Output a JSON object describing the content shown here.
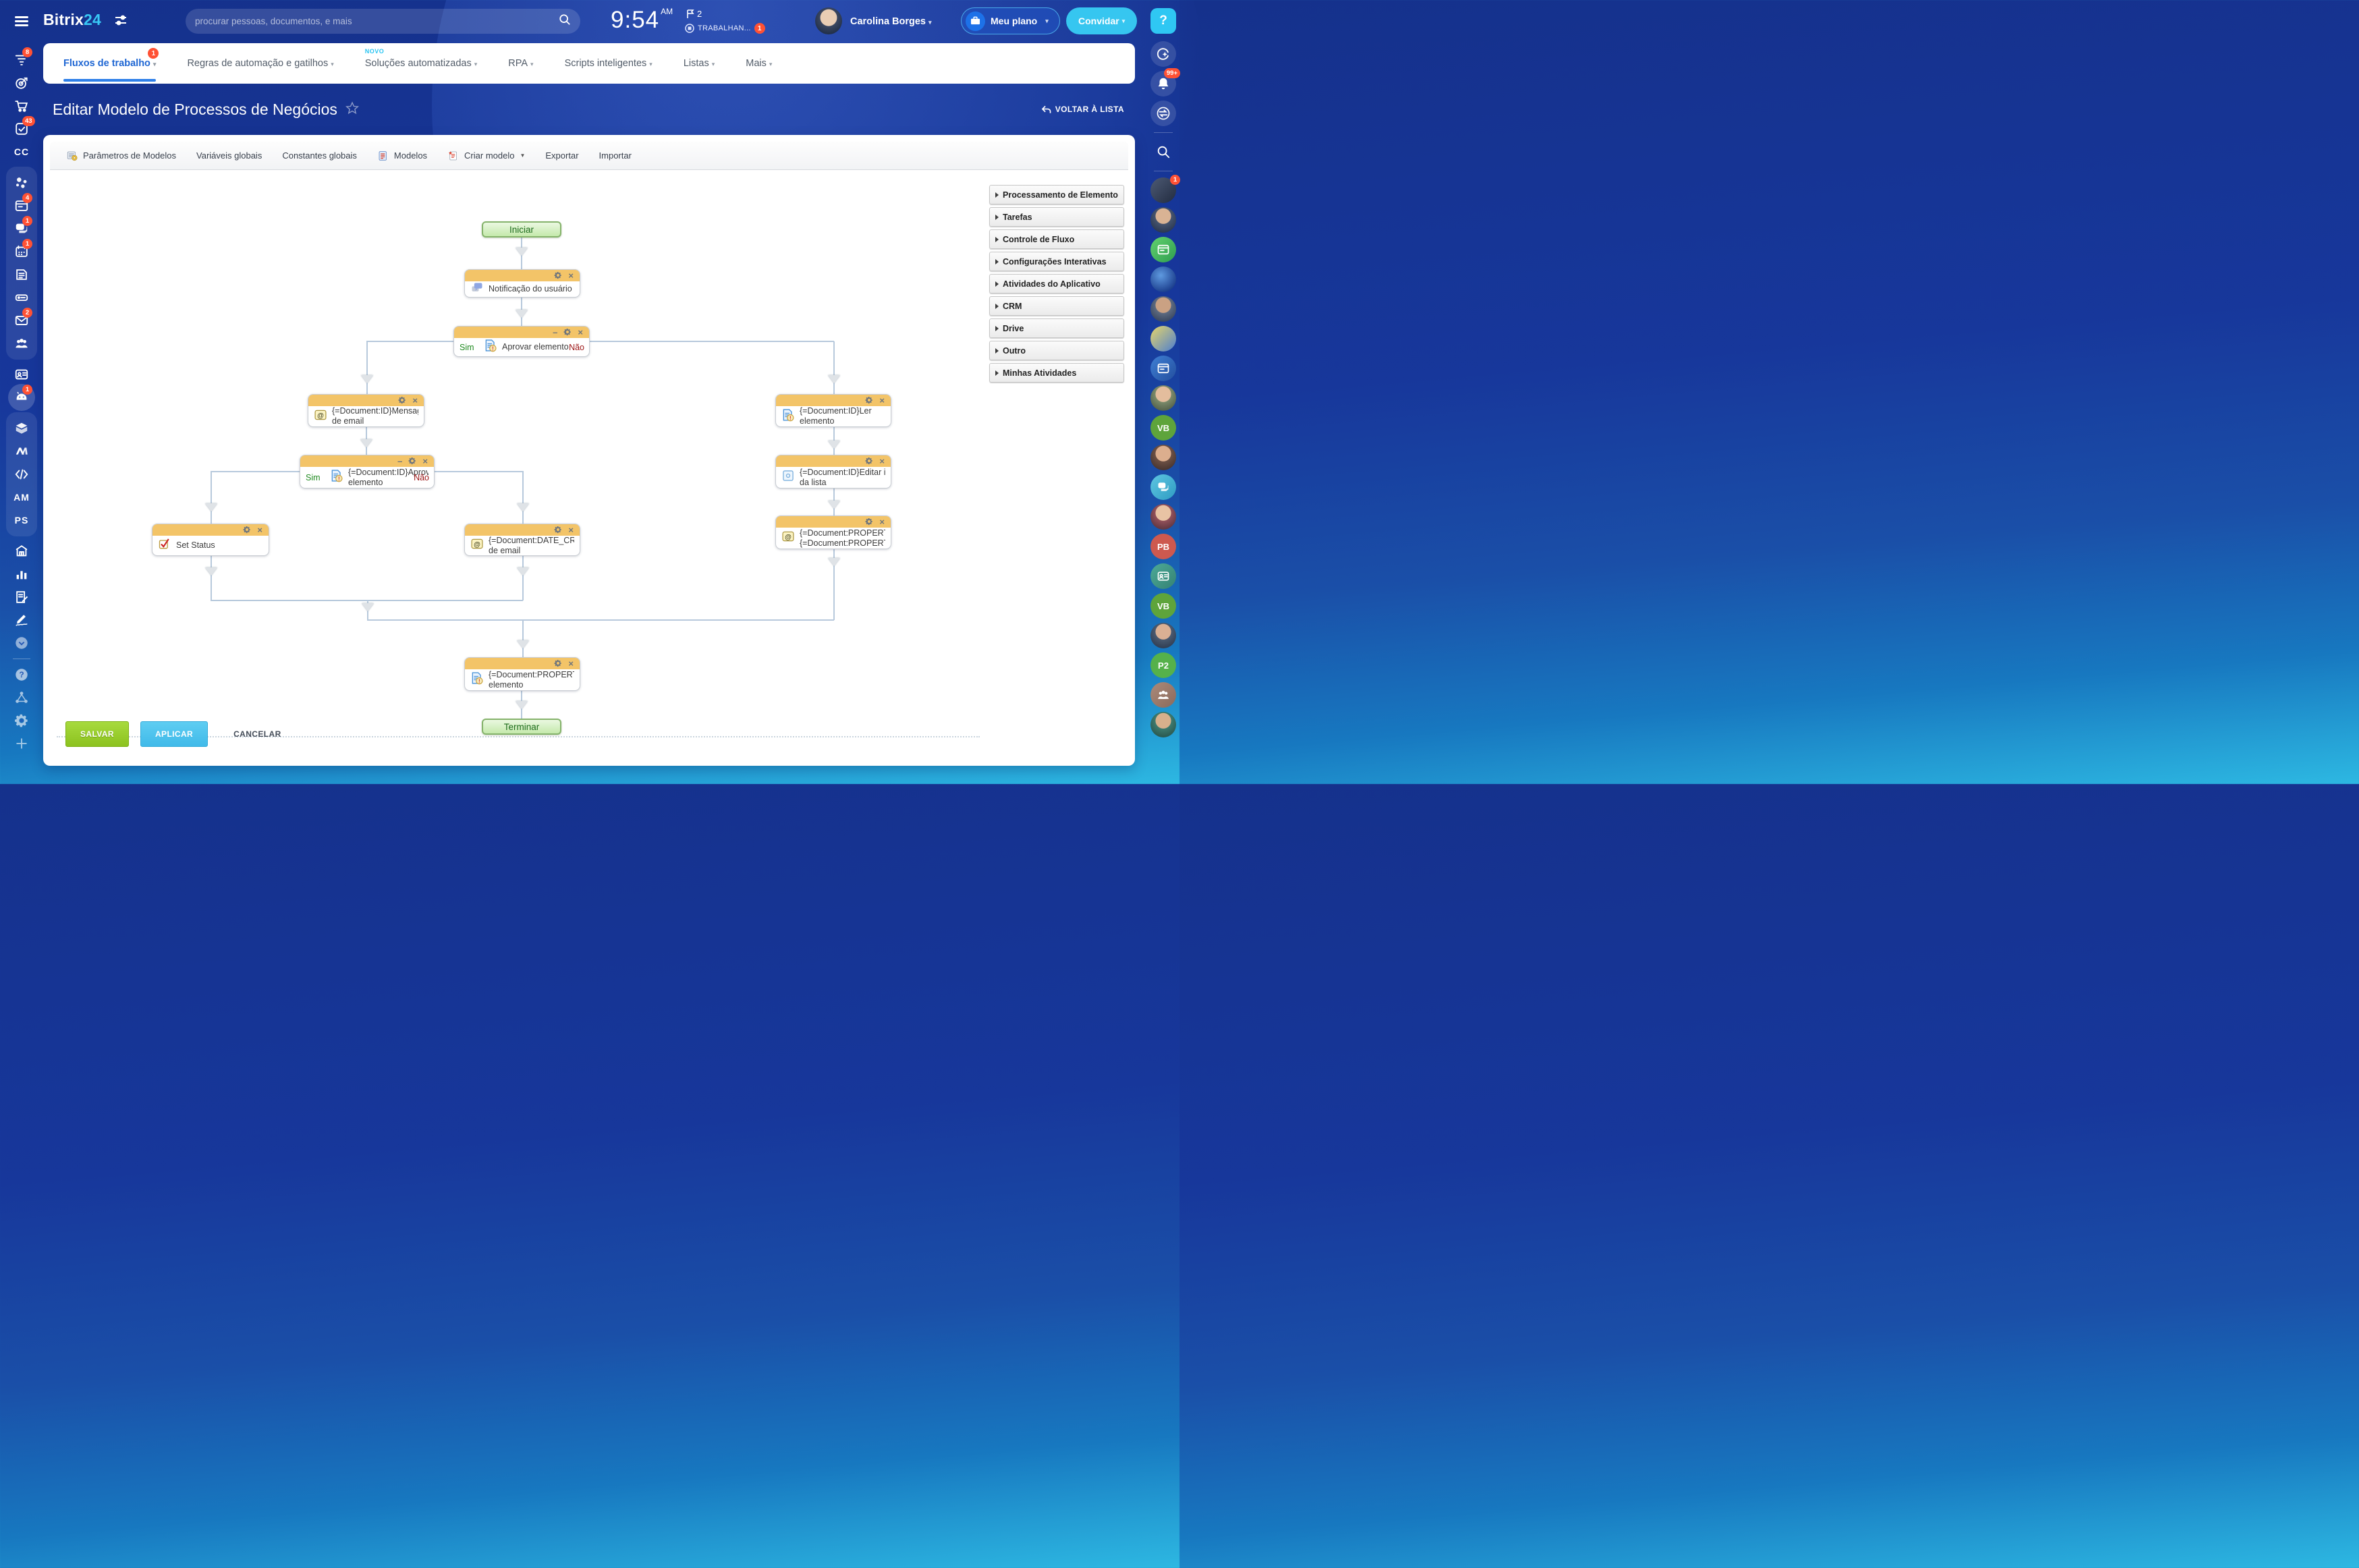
{
  "topbar": {
    "logo_primary": "Bitrix",
    "logo_accent": "24",
    "search_placeholder": "procurar pessoas, documentos, e mais",
    "time": "9:54",
    "meridiem": "AM",
    "flag_count": "2",
    "status_text": "TRABALHAN...",
    "status_badge": "1",
    "user_name": "Carolina Borges",
    "plan_label": "Meu plano",
    "invite_label": "Convidar",
    "help_label": "?"
  },
  "nav": {
    "tabs": [
      {
        "label": "Fluxos de trabalho",
        "badge": "1",
        "active": true
      },
      {
        "label": "Regras de automação e gatilhos"
      },
      {
        "label": "Soluções automatizadas",
        "tag": "NOVO"
      },
      {
        "label": "RPA"
      },
      {
        "label": "Scripts inteligentes"
      },
      {
        "label": "Listas"
      },
      {
        "label": "Mais"
      }
    ]
  },
  "page": {
    "title": "Editar Modelo de Processos de Negócios",
    "back_label": "VOLTAR À LISTA"
  },
  "toolbar": {
    "items": [
      {
        "label": "Parâmetros de Modelos",
        "icon": "params"
      },
      {
        "label": "Variáveis globais"
      },
      {
        "label": "Constantes globais"
      },
      {
        "label": "Modelos",
        "icon": "models"
      },
      {
        "label": "Criar modelo",
        "icon": "create",
        "dropdown": true
      },
      {
        "label": "Exportar"
      },
      {
        "label": "Importar"
      }
    ]
  },
  "workflow": {
    "start_label": "Iniciar",
    "end_label": "Terminar",
    "yes_label": "Sim",
    "no_label": "Não",
    "nodes": [
      {
        "id": "notify",
        "lines": [
          "Notificação do usuário"
        ],
        "icon": "chat"
      },
      {
        "id": "approve1",
        "lines": [
          "Aprovar elemento"
        ],
        "icon": "docalert",
        "branch": true,
        "minimize": true
      },
      {
        "id": "email1",
        "lines": [
          "{=Document:ID}Mensagem",
          "de email"
        ],
        "icon": "at"
      },
      {
        "id": "read",
        "lines": [
          "{=Document:ID}Ler",
          "elemento"
        ],
        "icon": "docalert"
      },
      {
        "id": "approve2",
        "lines": [
          "{=Document:ID}Aprovar",
          "elemento"
        ],
        "icon": "docalert",
        "branch": true,
        "minimize": true
      },
      {
        "id": "edit",
        "lines": [
          "{=Document:ID}Editar item",
          "da lista"
        ],
        "icon": "list"
      },
      {
        "id": "setstatus",
        "lines": [
          "Set Status"
        ],
        "icon": "check"
      },
      {
        "id": "email2",
        "lines": [
          "{=Document:DATE_CREATE",
          "de email"
        ],
        "icon": "at"
      },
      {
        "id": "propto",
        "lines": [
          "{=Document:PROPERTY_TO",
          "{=Document:PROPERTY_IS"
        ],
        "icon": "at"
      },
      {
        "id": "propis",
        "lines": [
          "{=Document:PROPERTY_IS",
          "elemento"
        ],
        "icon": "docalert"
      }
    ]
  },
  "palette": {
    "items": [
      "Processamento de Elemento",
      "Tarefas",
      "Controle de Fluxo",
      "Configurações Interativas",
      "Atividades do Aplicativo",
      "CRM",
      "Drive",
      "Outro",
      "Minhas Atividades"
    ]
  },
  "footer": {
    "save": "SALVAR",
    "apply": "APLICAR",
    "cancel": "CANCELAR"
  },
  "left_rail": {
    "items": [
      {
        "icon": "funnel",
        "badge": "8"
      },
      {
        "icon": "target"
      },
      {
        "icon": "cart"
      },
      {
        "icon": "tasks",
        "badge": "43"
      },
      {
        "label": "CC"
      },
      {
        "group": [
          {
            "icon": "network"
          },
          {
            "icon": "feed",
            "badge": "4"
          },
          {
            "icon": "chat",
            "badge": "1"
          },
          {
            "icon": "calendar",
            "badge": "1"
          },
          {
            "icon": "document"
          },
          {
            "icon": "drive"
          },
          {
            "icon": "mail",
            "badge": "2"
          },
          {
            "icon": "people"
          }
        ]
      },
      {
        "icon": "contact"
      },
      {
        "icon": "robot",
        "badge": "1",
        "highlight": true
      },
      {
        "group": [
          {
            "icon": "box"
          },
          {
            "icon": "market"
          },
          {
            "icon": "code"
          },
          {
            "label": "AM"
          },
          {
            "label": "PS"
          }
        ]
      },
      {
        "icon": "store"
      },
      {
        "icon": "chart"
      },
      {
        "icon": "docedit"
      },
      {
        "icon": "signature"
      },
      {
        "icon": "chevron-down",
        "soft": true
      },
      {
        "divider": true
      },
      {
        "icon": "help",
        "soft": true
      },
      {
        "icon": "share",
        "soft": true
      },
      {
        "icon": "gear",
        "soft": true
      },
      {
        "icon": "plus",
        "soft": true
      }
    ]
  },
  "right_rail": {
    "items": [
      {
        "icon": "copilot",
        "circle": true
      },
      {
        "icon": "bell",
        "circle": true,
        "badge": "99+"
      },
      {
        "icon": "sync",
        "circle": true
      },
      {
        "divider": true
      },
      {
        "icon": "search-lg"
      },
      {
        "divider": true
      },
      {
        "avatar": "group",
        "badge": "1"
      },
      {
        "avatar": "p1"
      },
      {
        "avatar": "news"
      },
      {
        "avatar": "planet"
      },
      {
        "avatar": "p2"
      },
      {
        "avatar": "p3"
      },
      {
        "avatar": "screens"
      },
      {
        "avatar": "p4"
      },
      {
        "initials": "VB",
        "color": "#5ea43b"
      },
      {
        "avatar": "p5"
      },
      {
        "avatar": "chatteal"
      },
      {
        "avatar": "p6"
      },
      {
        "initials": "PB",
        "color": "#cd594f"
      },
      {
        "avatar": "cardteal"
      },
      {
        "initials": "VB",
        "color": "#5ea43b"
      },
      {
        "avatar": "p7"
      },
      {
        "initials": "P2",
        "color": "#55b14b"
      },
      {
        "avatar": "peoplebrown"
      },
      {
        "avatar": "p8"
      }
    ]
  },
  "colors": {
    "accent": "#36c6f0",
    "badge": "#ff5134",
    "node_header": "#f3c468",
    "save_green": "#8cc21f",
    "apply_blue": "#40bae9",
    "start_green": "#c4e9ab"
  }
}
